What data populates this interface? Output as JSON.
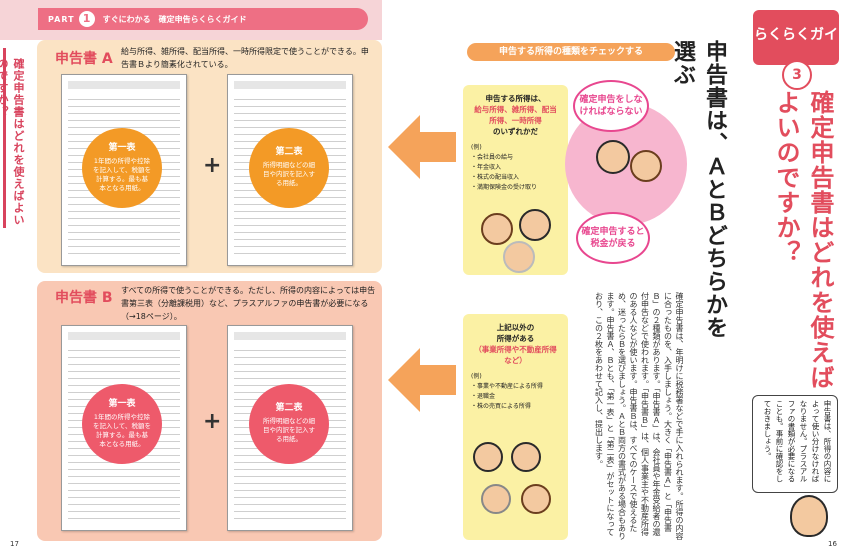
{
  "header": {
    "part_label": "PART",
    "part_number": "1",
    "subtitle": "すぐにわかる　確定申告らくらくガイド"
  },
  "side_title": "確定申告書はどれを使えばよいのですか？",
  "form_a": {
    "title": "申告書 A",
    "description": "給与所得、雑所得、配当所得、一時所得限定で使うことができる。申告書Ｂより簡素化されている。",
    "sheet1_title": "第一表",
    "sheet1_text": "1年間の所得や控除を記入して、税額を計算する。最も基本となる用紙。",
    "sheet2_title": "第二表",
    "sheet2_text": "所得明細などの細目や内訳を記入する用紙。",
    "plus": "+"
  },
  "form_b": {
    "title": "申告書 B",
    "description": "すべての所得で使うことができる。ただし、所得の内容によっては申告書第三表（分離課税用）など、プラスアルファの申告書が必要になる（→18ページ）。",
    "sheet1_title": "第一表",
    "sheet1_text": "1年間の所得や控除を記入して、税額を計算する。最も基本となる用紙。",
    "sheet2_title": "第二表",
    "sheet2_text": "所得明細などの細目や内訳を記入する用紙。",
    "plus": "+"
  },
  "check": {
    "title": "申告する所得の種類をチェックする",
    "top": {
      "line1": "申告する所得は、",
      "highlight": "給与所得、雑所得、配当所得、一時所得",
      "line3": "のいずれかだ",
      "list_head": "(例)",
      "items": [
        "・会社員の給与",
        "・年金収入",
        "・株式の配当収入",
        "・満期保険金の受け取り"
      ]
    },
    "bottom": {
      "line1": "上記以外の",
      "line2": "所得がある",
      "highlight": "（事業所得や不動産所得など）",
      "list_head": "(例)",
      "items": [
        "・事業や不動産による所得",
        "・退職金",
        "・株の売買による所得"
      ]
    }
  },
  "bubbles": {
    "top": "確定申告をしなければならない",
    "bottom": "確定申告すると税金が戻る"
  },
  "headline": "申告書は、ＡとＢどちらかを選ぶ",
  "body_text": "確定申告書は、年明けに税務署などで手に入れられます。所得の内容に合ったものを、入手しましょう。大きく「申告書Ａ」と「申告書Ｂ」の２種類があります。「申告書Ａ」は、会社員や年金受給者の還付申告などで使われます。「申告書Ｂ」は、個人事業主や不動産所得のある人などが使います。申告書Ｂは、すべてのケースで使えるため、迷ったらＢを選びましょう。ＡとＢ両方の書式がある場合もあります。申告書Ａ、Ｂとも、「第一表」と「第二表」がセットになっており、この２枚をあわせて記入し、提出します。",
  "guide": {
    "label": "らくらくガイド",
    "number": "3",
    "title": "確定申告書はどれを使えばよいのですか？"
  },
  "hint": "申告書は、所得の内容によって使い分けなければなりません。プラスアルファの書類が必要になることも。事前に確認をしておきましょう。",
  "page_numbers": {
    "left": "17",
    "right": "16"
  },
  "colors": {
    "accent": "#e24d5d",
    "orange": "#f39a26",
    "panel_a": "#fbe3c4",
    "panel_b": "#f9c8b3",
    "yellow": "#fbf1a4"
  }
}
